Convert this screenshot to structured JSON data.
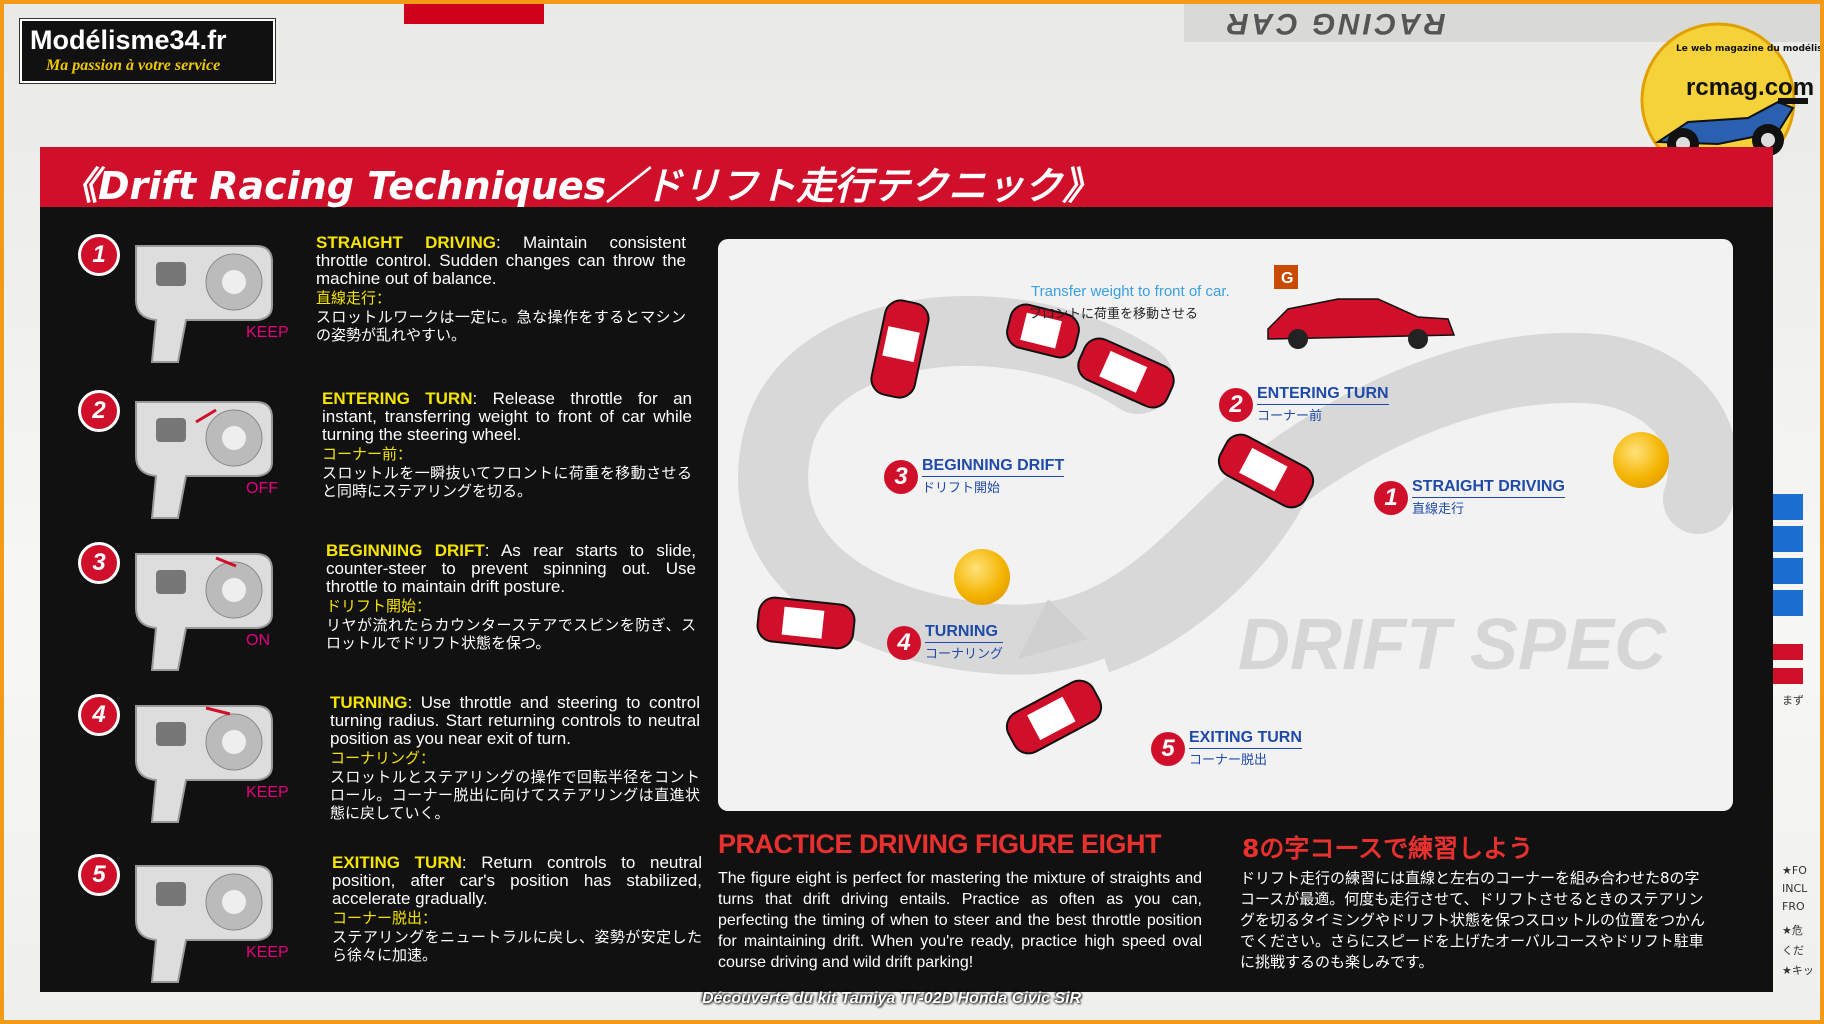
{
  "box_top": {
    "upside_down_text": "RACING CAR"
  },
  "logo": {
    "name": "Modélisme34.fr",
    "tagline": "Ma passion à votre service"
  },
  "badge": {
    "brand": "rcmag.com",
    "arc_text": "Le web magazine du modélisme"
  },
  "title": "《Drift Racing Techniques／ドリフト走行テクニック》",
  "steps": [
    {
      "num": "1",
      "head": "STRAIGHT DRIVING",
      "text": ": Maintain consistent throttle control. Sudden changes can throw the machine out of balance.",
      "jp_head": "直線走行：",
      "jp_text": "スロットルワークは一定に。急な操作をするとマシンの姿勢が乱れやすい。",
      "hint": "KEEP"
    },
    {
      "num": "2",
      "head": "ENTERING TURN",
      "text": ": Release throttle for an instant, transferring weight to front of car while turning the steering wheel.",
      "jp_head": "コーナー前：",
      "jp_text": "スロットルを一瞬抜いてフロントに荷重を移動させると同時にステアリングを切る。",
      "hint": "OFF"
    },
    {
      "num": "3",
      "head": "BEGINNING DRIFT",
      "text": ": As rear starts to slide, counter-steer to prevent spinning out. Use throttle to maintain drift posture.",
      "jp_head": "ドリフト開始：",
      "jp_text": "リヤが流れたらカウンターステアでスピンを防ぎ、スロットルでドリフト状態を保つ。",
      "hint": "ON"
    },
    {
      "num": "4",
      "head": "TURNING",
      "text": ": Use throttle and steering to control turning radius. Start returning controls to neutral position as you near exit of turn.",
      "jp_head": "コーナリング：",
      "jp_text": "スロットルとステアリングの操作で回転半径をコントロール。コーナー脱出に向けてステアリングは直進状態に戻していく。",
      "hint": "KEEP"
    },
    {
      "num": "5",
      "head": "EXITING TURN",
      "text": ": Return controls to neutral position, after car's position has stabilized, accelerate gradually.",
      "jp_head": "コーナー脱出：",
      "jp_text": "ステアリングをニュートラルに戻し、姿勢が安定したら徐々に加速。",
      "hint": "KEEP"
    }
  ],
  "diagram": {
    "transfer_en": "Transfer weight to front of car.",
    "transfer_jp": "フロントに荷重を移動させる",
    "g_mark": "G",
    "labels": [
      {
        "num": "1",
        "en": "STRAIGHT DRIVING",
        "jp": "直線走行"
      },
      {
        "num": "2",
        "en": "ENTERING TURN",
        "jp": "コーナー前"
      },
      {
        "num": "3",
        "en": "BEGINNING DRIFT",
        "jp": "ドリフト開始"
      },
      {
        "num": "4",
        "en": "TURNING",
        "jp": "コーナリング"
      },
      {
        "num": "5",
        "en": "EXITING TURN",
        "jp": "コーナー脱出"
      }
    ],
    "watermark": "DRIFT SPEC"
  },
  "practice": {
    "heading": "PRACTICE DRIVING FIGURE EIGHT",
    "heading_jp": "8の字コースで練習しよう",
    "text": "The figure eight is perfect for mastering the mixture of straights and turns that drift driving entails. Practice as often as you can, perfecting the timing of when to steer and the best throttle position for maintaining drift. When you're ready, practice high speed oval course driving and wild drift parking!",
    "text_jp": "ドリフト走行の練習には直線と左右のコーナーを組み合わせた8の字コースが最適。何度も走行させて、ドリフトさせるときのステアリングを切るタイミングやドリフト状態を保つスロットルの位置をつかんでください。さらにスピードを上げたオーバルコースやドリフト駐車に挑戦するのも楽しみです。"
  },
  "side_text": [
    "まず",
    "★FO",
    "INCL",
    "FRO",
    "★危",
    "くだ",
    "★キッ"
  ],
  "caption": "Découverte du kit Tamiya TT-02D Honda Civic SiR",
  "colors": {
    "red": "#d0102a",
    "yellow": "#f5e400",
    "blue": "#1f4aa8",
    "orange_frame": "#f39a18",
    "magenta": "#e4007f"
  }
}
